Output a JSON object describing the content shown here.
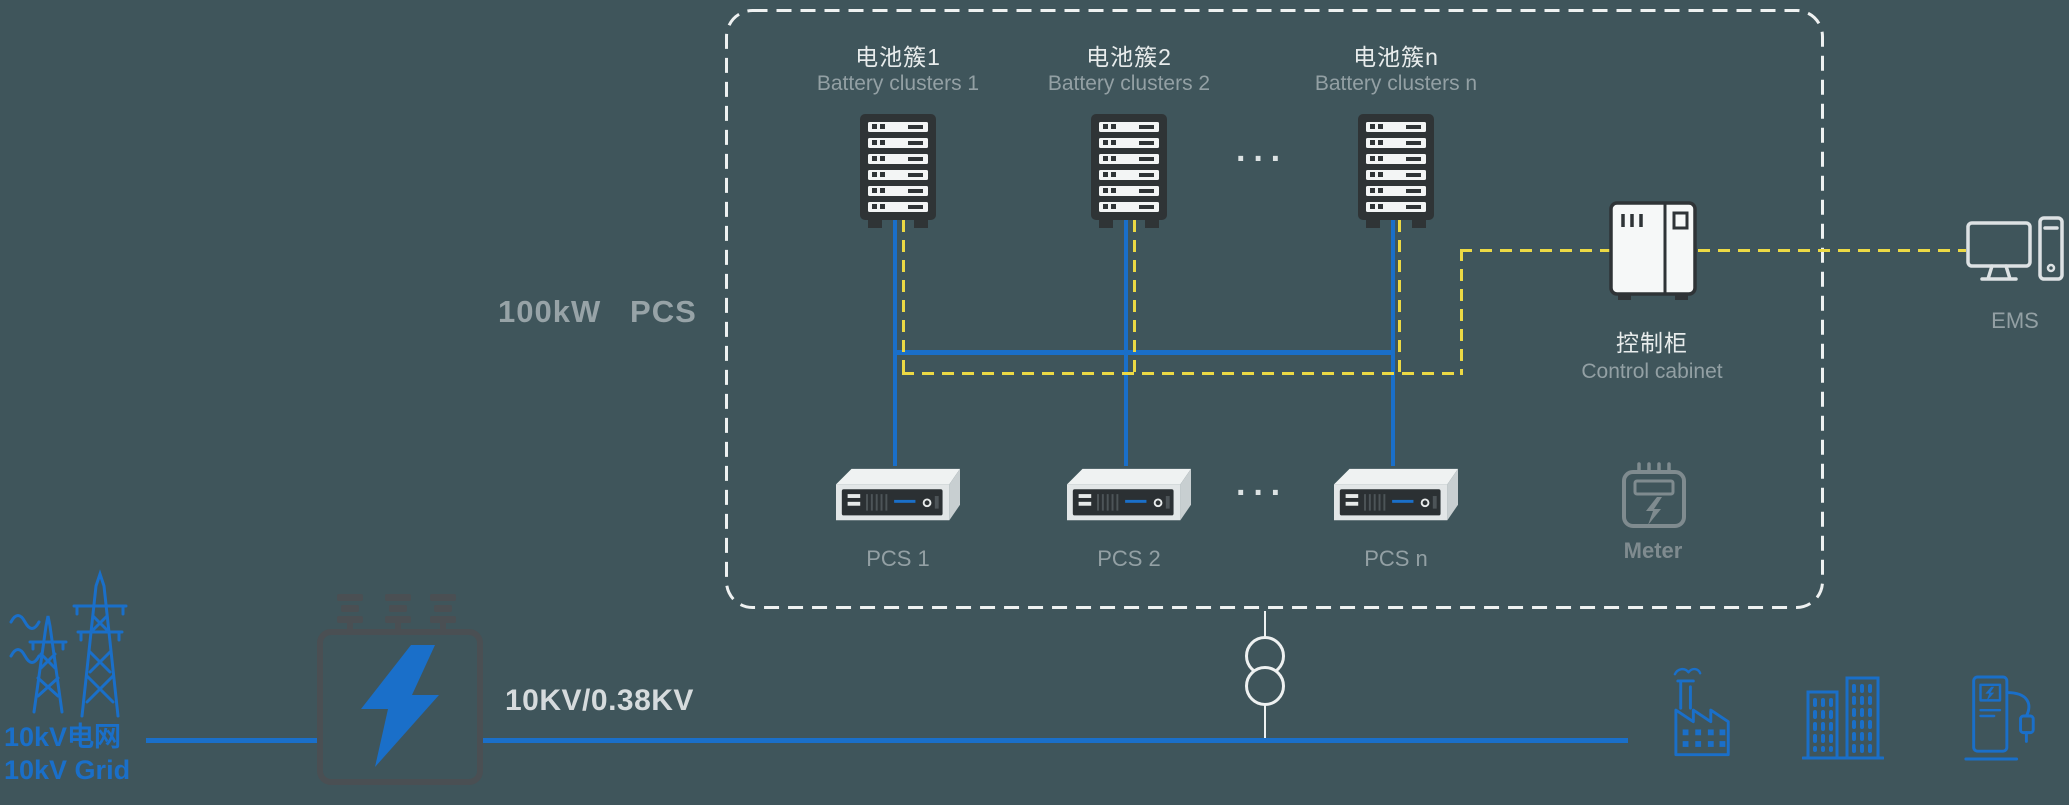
{
  "palette": {
    "background": "#3f555b",
    "blue": "#1a6fc9",
    "yellow": "#ecd944",
    "line_white": "#eef1f1",
    "text_light": "#e8ecec",
    "text_gray": "#93a0a4",
    "icon_dark": "#2f3436",
    "outline_gray": "#4a4f53",
    "meter_gray": "#7f8b8f"
  },
  "pcs_system": {
    "power_label": "100kW   PCS",
    "clusters": [
      {
        "zh": "电池簇1",
        "en": "Battery clusters 1"
      },
      {
        "zh": "电池簇2",
        "en": "Battery clusters 2"
      },
      {
        "zh": "电池簇n",
        "en": "Battery clusters n"
      }
    ],
    "clusters_ellipsis": "···",
    "pcs": [
      {
        "label": "PCS 1"
      },
      {
        "label": "PCS 2"
      },
      {
        "label": "PCS n"
      }
    ],
    "pcs_ellipsis": "···",
    "control_cabinet": {
      "zh": "控制柜",
      "en": "Control cabinet"
    }
  },
  "ems": {
    "label": "EMS"
  },
  "meter": {
    "label": "Meter"
  },
  "grid_source": {
    "zh": "10kV电网",
    "en": "10kV Grid"
  },
  "transformer": {
    "ratio": "10KV/0.38KV"
  },
  "icons": [
    "grid-tower-icon",
    "transformer-icon",
    "transformer-bushing-icon",
    "battery-rack-icon",
    "pcs-unit-icon",
    "control-cabinet-icon",
    "meter-icon",
    "ems-computer-icon",
    "pole-transformer-symbol",
    "factory-icon",
    "buildings-icon",
    "ev-charger-icon"
  ]
}
